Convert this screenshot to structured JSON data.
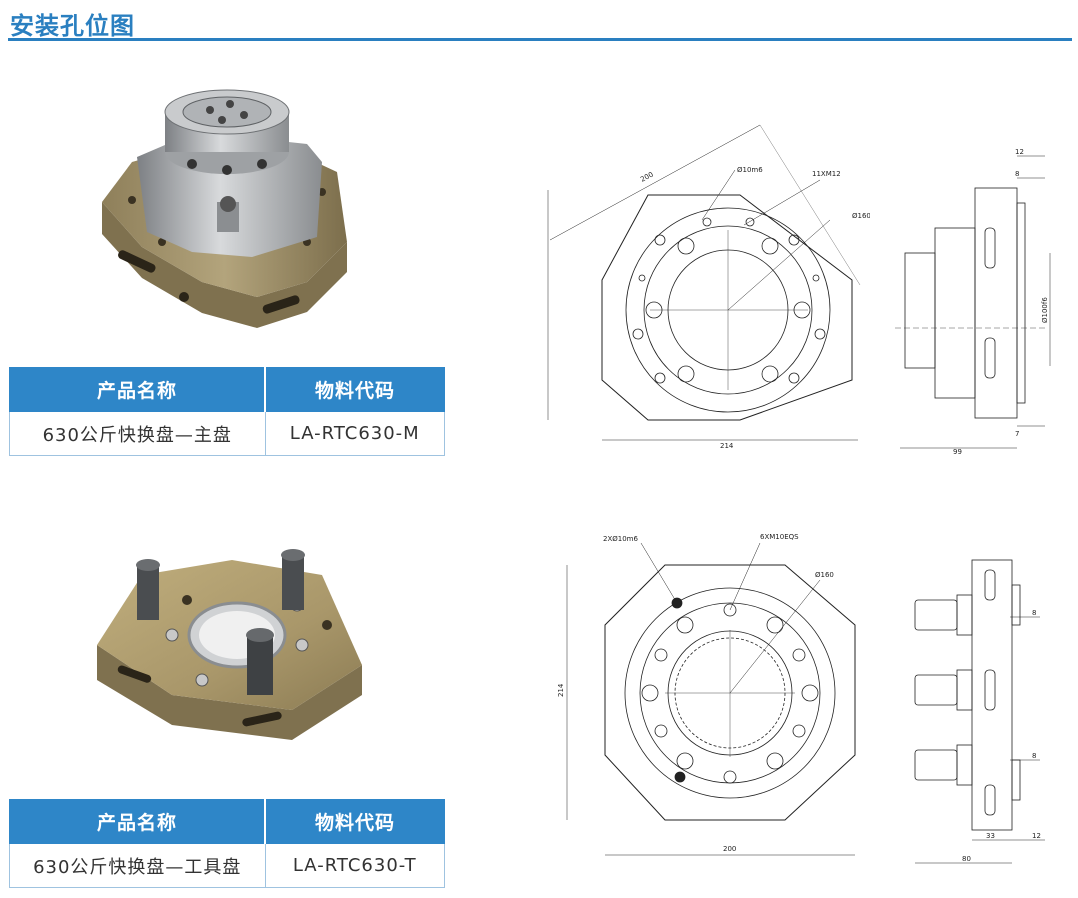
{
  "page": {
    "title": "安装孔位图"
  },
  "table_headers": {
    "name": "产品名称",
    "code": "物料代码"
  },
  "products": [
    {
      "name": "630公斤快换盘—主盘",
      "code": "LA-RTC630-M"
    },
    {
      "name": "630公斤快换盘—工具盘",
      "code": "LA-RTC630-T"
    }
  ],
  "drawing_master": {
    "front": {
      "dim_diag": "200",
      "dim_pin": "Ø10m6",
      "dim_thread": "11XM12",
      "dim_circle": "Ø160",
      "dim_width": "214"
    },
    "side": {
      "dim_top": "12",
      "dim_top2": "8",
      "dim_bore": "Ø100f6",
      "dim_bottom": "7",
      "dim_width": "99"
    }
  },
  "drawing_tool": {
    "front": {
      "dim_pin": "2XØ10m6",
      "dim_thread": "6XM10EQS",
      "dim_circle": "Ø160",
      "dim_height": "214",
      "dim_width": "200"
    },
    "side": {
      "dim_a": "8",
      "dim_b": "8",
      "dim_c": "33",
      "dim_d": "12",
      "dim_width": "80"
    }
  }
}
